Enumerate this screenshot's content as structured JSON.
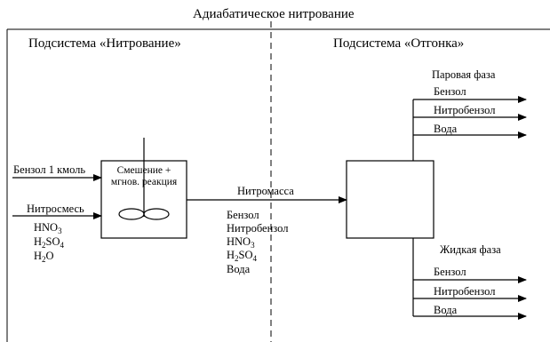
{
  "title": "Адиабатическое нитрование",
  "subsystems": {
    "left": "Подсистема «Нитрование»",
    "right": "Подсистема «Отгонка»"
  },
  "inputs": {
    "benzene": "Бензол 1 кмоль",
    "nitromix": "Нитросмесь",
    "nitromix_components": [
      {
        "base": "HNO",
        "sub": "3",
        "tail": ""
      },
      {
        "base": "H",
        "sub": "2",
        "tail": "SO",
        "sub2": "4"
      },
      {
        "base": "H",
        "sub": "2",
        "tail": "O"
      }
    ]
  },
  "reactor": {
    "line1": "Смешение +",
    "line2": "мгнов. реакция"
  },
  "stream": {
    "label": "Нитромасса",
    "components": [
      "Бензол",
      "Нитробензол",
      "HNO3",
      "H2SO4",
      "Вода"
    ]
  },
  "vapor": {
    "label": "Паровая фаза",
    "outputs": [
      "Бензол",
      "Нитробензол",
      "Вода"
    ]
  },
  "liquid": {
    "label": "Жидкая фаза",
    "outputs": [
      "Бензол",
      "Нитробензол",
      "Вода"
    ]
  }
}
